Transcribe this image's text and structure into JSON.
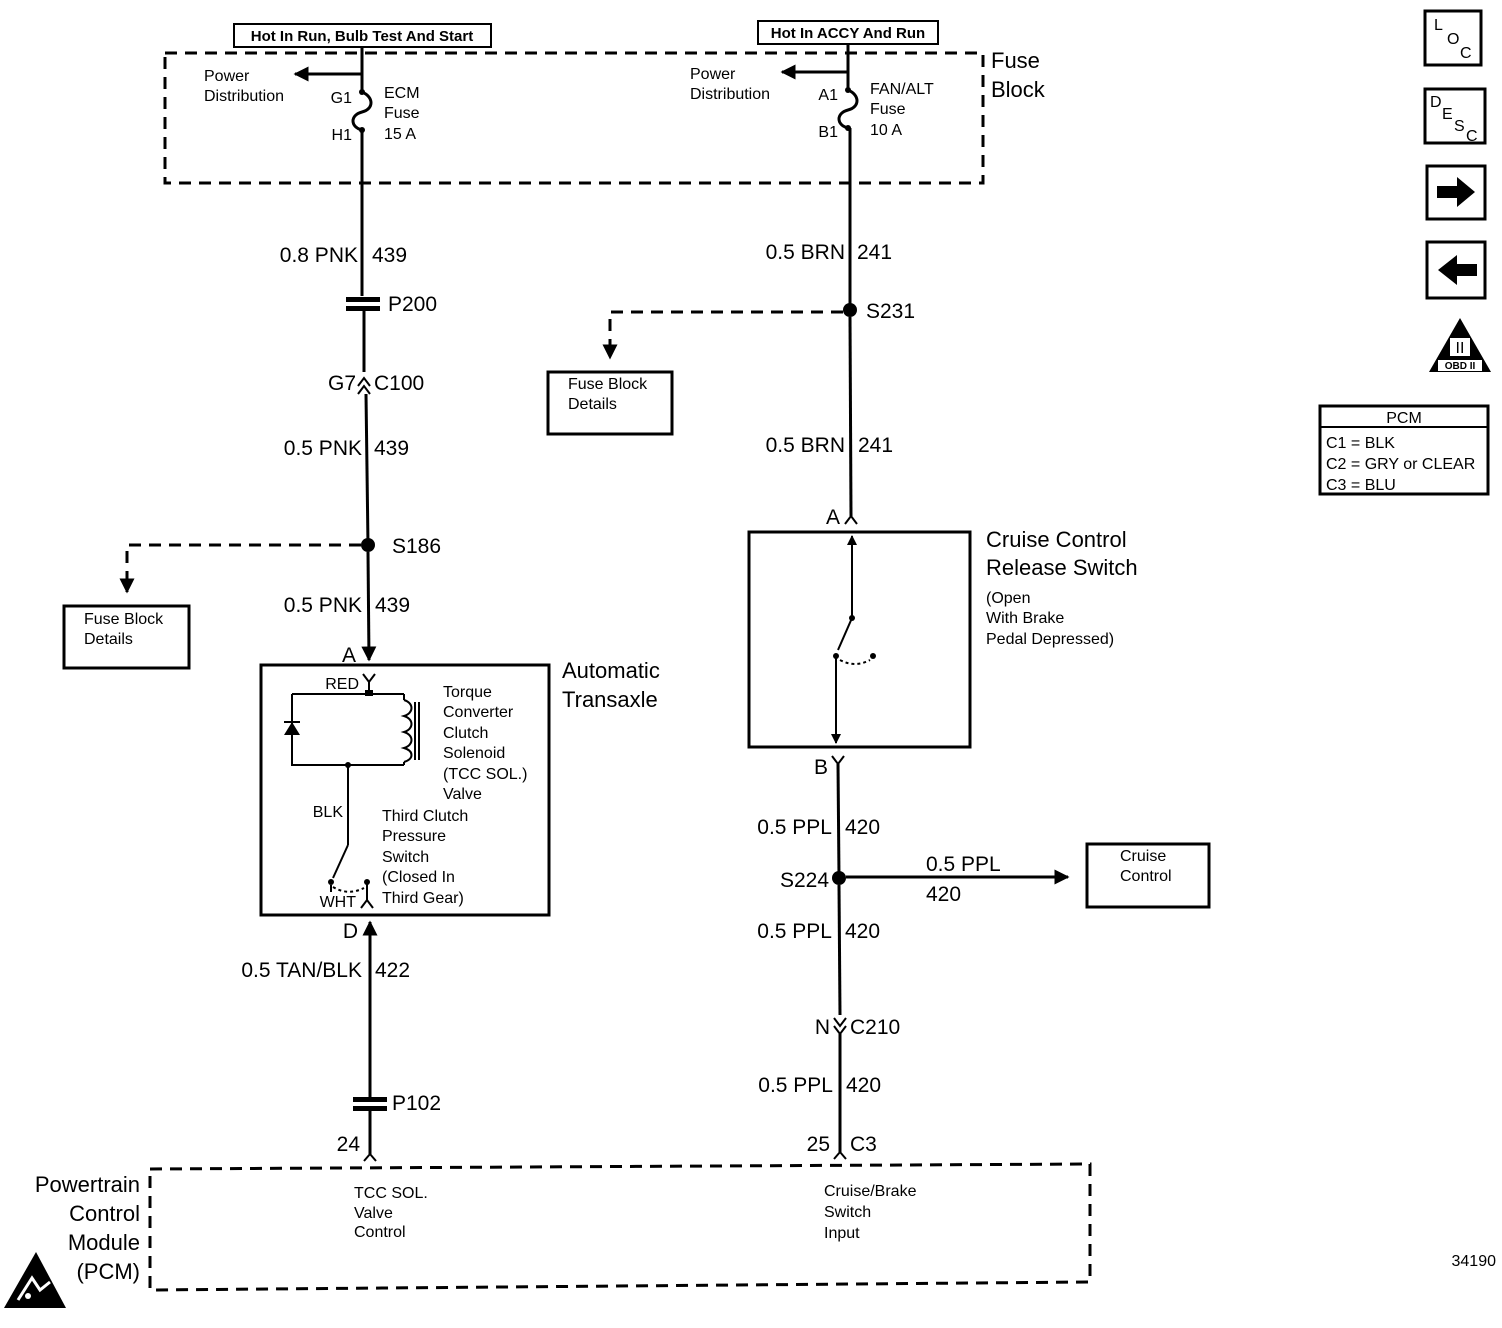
{
  "supply": {
    "left_title": "Hot In Run, Bulb Test And Start",
    "right_title": "Hot In ACCY And Run"
  },
  "fuse_block": {
    "label_line1": "Fuse",
    "label_line2": "Block",
    "left_power_dist_1": "Power",
    "left_power_dist_2": "Distribution",
    "right_power_dist_1": "Power",
    "right_power_dist_2": "Distribution",
    "ecm_fuse": {
      "top_pin": "G1",
      "bottom_pin": "H1",
      "line1": "ECM",
      "line2": "Fuse",
      "line3": "15 A"
    },
    "fan_alt_fuse": {
      "top_pin": "A1",
      "bottom_pin": "B1",
      "line1": "FAN/ALT",
      "line2": "Fuse",
      "line3": "10 A"
    }
  },
  "left_circuit": {
    "wire1": {
      "spec": "0.8 PNK",
      "circuit": "439"
    },
    "p200": "P200",
    "c100_pin": "G7",
    "c100": "C100",
    "wire2": {
      "spec": "0.5 PNK",
      "circuit": "439"
    },
    "s186": "S186",
    "fuse_block_details_1": "Fuse Block",
    "fuse_block_details_2": "Details",
    "wire3": {
      "spec": "0.5 PNK",
      "circuit": "439"
    },
    "pin_a": "A",
    "wire4": {
      "spec": "0.5 TAN/BLK",
      "circuit": "422"
    },
    "p102": "P102",
    "pcm_pin": "24"
  },
  "transaxle": {
    "label_line1": "Automatic",
    "label_line2": "Transaxle",
    "red": "RED",
    "blk": "BLK",
    "wht": "WHT",
    "pin_d": "D",
    "tcc_lines": [
      "Torque",
      "Converter",
      "Clutch",
      "Solenoid",
      "(TCC SOL.)",
      "Valve"
    ],
    "pressure_lines": [
      "Third Clutch",
      "Pressure",
      "Switch",
      "(Closed In",
      "Third Gear)"
    ]
  },
  "right_circuit": {
    "wire1": {
      "spec": "0.5 BRN",
      "circuit": "241"
    },
    "s231": "S231",
    "fuse_block_details_1": "Fuse Block",
    "fuse_block_details_2": "Details",
    "wire2": {
      "spec": "0.5 BRN",
      "circuit": "241"
    },
    "pin_a": "A",
    "pin_b": "B",
    "wire3": {
      "spec": "0.5 PPL",
      "circuit": "420"
    },
    "s224": "S224",
    "branch_spec": "0.5 PPL",
    "branch_circuit": "420",
    "cruise_control_1": "Cruise",
    "cruise_control_2": "Control",
    "wire4": {
      "spec": "0.5 PPL",
      "circuit": "420"
    },
    "c210_pin": "N",
    "c210": "C210",
    "wire5": {
      "spec": "0.5 PPL",
      "circuit": "420"
    },
    "pcm_pin": "25",
    "pcm_connector": "C3"
  },
  "release_switch": {
    "label_line1": "Cruise Control",
    "label_line2": "Release Switch",
    "note_line1": "(Open",
    "note_line2": "With Brake",
    "note_line3": "Pedal Depressed)"
  },
  "pcm": {
    "label_lines": [
      "Powertrain",
      "Control",
      "Module",
      "(PCM)"
    ],
    "left_input_lines": [
      "TCC SOL.",
      "Valve",
      "Control"
    ],
    "right_input_lines": [
      "Cruise/Brake",
      "Switch",
      "Input"
    ]
  },
  "nav": {
    "loc_letters": [
      "L",
      "O",
      "C"
    ],
    "desc_letters": [
      "D",
      "E",
      "S",
      "C"
    ],
    "obd_label": "OBD II",
    "obd_numeral": "II"
  },
  "pcm_legend": {
    "title": "PCM",
    "rows": [
      "C1 = BLK",
      "C2 = GRY or CLEAR",
      "C3 = BLU"
    ]
  },
  "figure_number": "34190"
}
